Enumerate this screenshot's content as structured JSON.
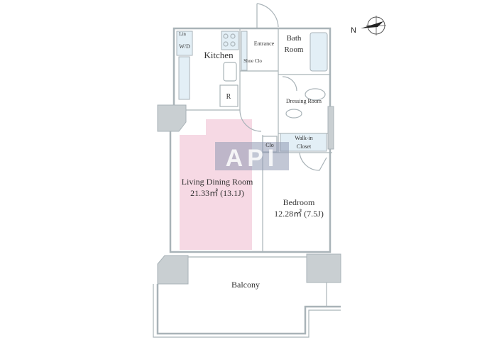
{
  "rooms": {
    "lin": "Lin",
    "wd": "W/D",
    "kitchen": "Kitchen",
    "refrigerator": "R",
    "entrance": "Entrance",
    "shoe_closet": "Shoe Clo",
    "bath_line1": "Bath",
    "bath_line2": "Room",
    "dressing": "Dressing Room",
    "closet": "Clo",
    "walkin_line1": "Walk-in",
    "walkin_line2": "Closet",
    "ldr_name": "Living Dining Room",
    "ldr_area": "21.33㎡ (13.1J)",
    "bedroom_name": "Bedroom",
    "bedroom_area": "12.28㎡ (7.5J)",
    "balcony": "Balcony"
  },
  "compass": {
    "label": "N"
  },
  "watermark": "API",
  "colors": {
    "ldr_highlight": "#f6d9e4",
    "wall": "#a9b3b8",
    "fixture": "#e3eff6"
  }
}
